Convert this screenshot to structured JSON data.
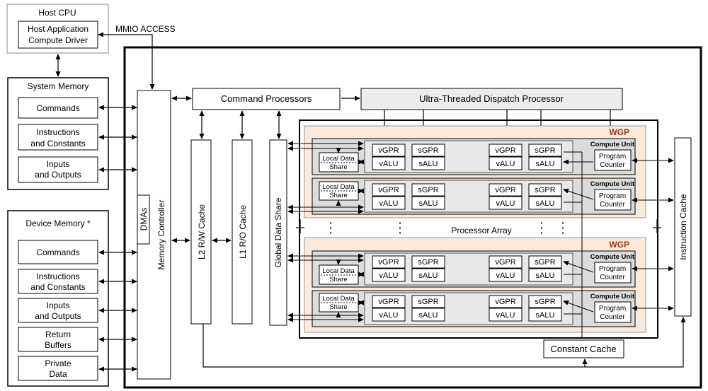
{
  "host": {
    "title": "Host CPU",
    "app_line1": "Host Application",
    "app_line2": "Compute Driver",
    "mmio": "MMIO ACCESS"
  },
  "system_memory": {
    "title": "System Memory",
    "items": [
      {
        "line1": "Commands",
        "line2": ""
      },
      {
        "line1": "Instructions",
        "line2": "and Constants"
      },
      {
        "line1": "Inputs",
        "line2": "and Outputs"
      }
    ]
  },
  "device_memory": {
    "title": "Device Memory *",
    "items": [
      {
        "line1": "Commands",
        "line2": ""
      },
      {
        "line1": "Instructions",
        "line2": "and Constants"
      },
      {
        "line1": "Inputs",
        "line2": "and Outputs"
      },
      {
        "line1": "Return",
        "line2": "Buffers"
      },
      {
        "line1": "Private",
        "line2": "Data"
      }
    ]
  },
  "blocks": {
    "memory_controller": "Memory Controller",
    "dmas": "DMAs",
    "command_processors": "Command Processors",
    "dispatch": "Ultra-Threaded Dispatch Processor",
    "l2": "L2 R/W Cache",
    "l1": "L1 R/O Cache",
    "gds": "Global Data Share",
    "instruction_cache": "Instruction Cache",
    "constant_cache": "Constant Cache",
    "processor_array": "Processor Array"
  },
  "wgp": {
    "label": "WGP",
    "compute_unit": "Compute Unit",
    "lds_line1": "Local Data",
    "lds_line2": "Share",
    "pc_line1": "Program",
    "pc_line2": "Counter",
    "vgpr": "vGPR",
    "valu": "vALU",
    "sgpr": "sGPR",
    "salu": "sALU"
  },
  "colors": {
    "wgp_fill": "#fbe9dc",
    "wgp_label": "#a33a10",
    "cu_fill": "#dcdcdc",
    "dispatch_fill": "#ececec"
  }
}
